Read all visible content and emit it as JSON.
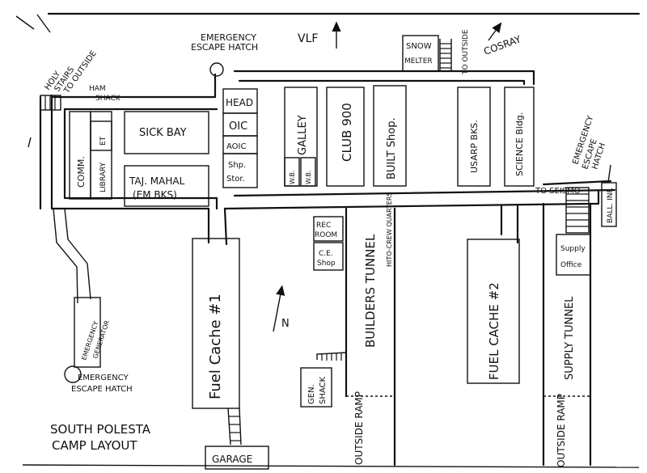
{
  "title": {
    "line1": "SOUTH POLESTA",
    "line2": "CAMP LAYOUT"
  },
  "labels": {
    "emergency_hatch_top": [
      "EMERGENCY",
      "ESCAPE HATCH"
    ],
    "vlf": "VLF",
    "snow_melter": [
      "SNOW",
      "MELTER"
    ],
    "to_outside": "TO OUTSIDE",
    "cosray": "COSRAY",
    "holy_stairs": [
      "HOLY",
      "STAIRS",
      "TO OUTSIDE"
    ],
    "ham_shack": [
      "HAM",
      "SHACK"
    ],
    "head": "HEAD",
    "oic": "OIC",
    "aoic": "AOIC",
    "shp_stor": [
      "Shp.",
      "Stor."
    ],
    "galley": "GALLEY",
    "club": "CLUB 900",
    "built_shop": "BUILT Shop.",
    "usarp": "USARP BKS.",
    "science": "SCIENCE Bldg.",
    "sick_bay": "SICK BAY",
    "comm": "COMM.",
    "library": "LIBRARY",
    "et": "ET",
    "taj": [
      "TAJ. MAHAL",
      "(EM BKS)"
    ],
    "wb1": "W.B.",
    "wb2": "W.B.",
    "emergency_hatch_right": [
      "EMERGENCY",
      "ESCAPE",
      "HATCH"
    ],
    "to_seismo": "TO SEISMO",
    "bal_inf": "BALL. INF.",
    "rec_room": [
      "REC",
      "ROOM"
    ],
    "ce_shop": [
      "C.E.",
      "Shop"
    ],
    "hito": "HITO-CREW QUARTERS",
    "builders_tunnel": "BUILDERS TUNNEL",
    "fuel_cache_1": "Fuel Cache #1",
    "fuel_cache_2": "FUEL CACHE #2",
    "supply_office": [
      "Supply",
      "Office"
    ],
    "supply_tunnel": "SUPPLY TUNNEL",
    "emergency_generator": [
      "EMERGENCY",
      "GENERATOR"
    ],
    "emergency_hatch_bottom": [
      "EMERGENCY",
      "ESCAPE HATCH"
    ],
    "north": "N",
    "gen_shack": [
      "GEN.",
      "SHACK"
    ],
    "outside_ramp_1": "OUTSIDE RAMP",
    "outside_ramp_2": "OUTSIDE RAMP",
    "garage": "GARAGE"
  }
}
